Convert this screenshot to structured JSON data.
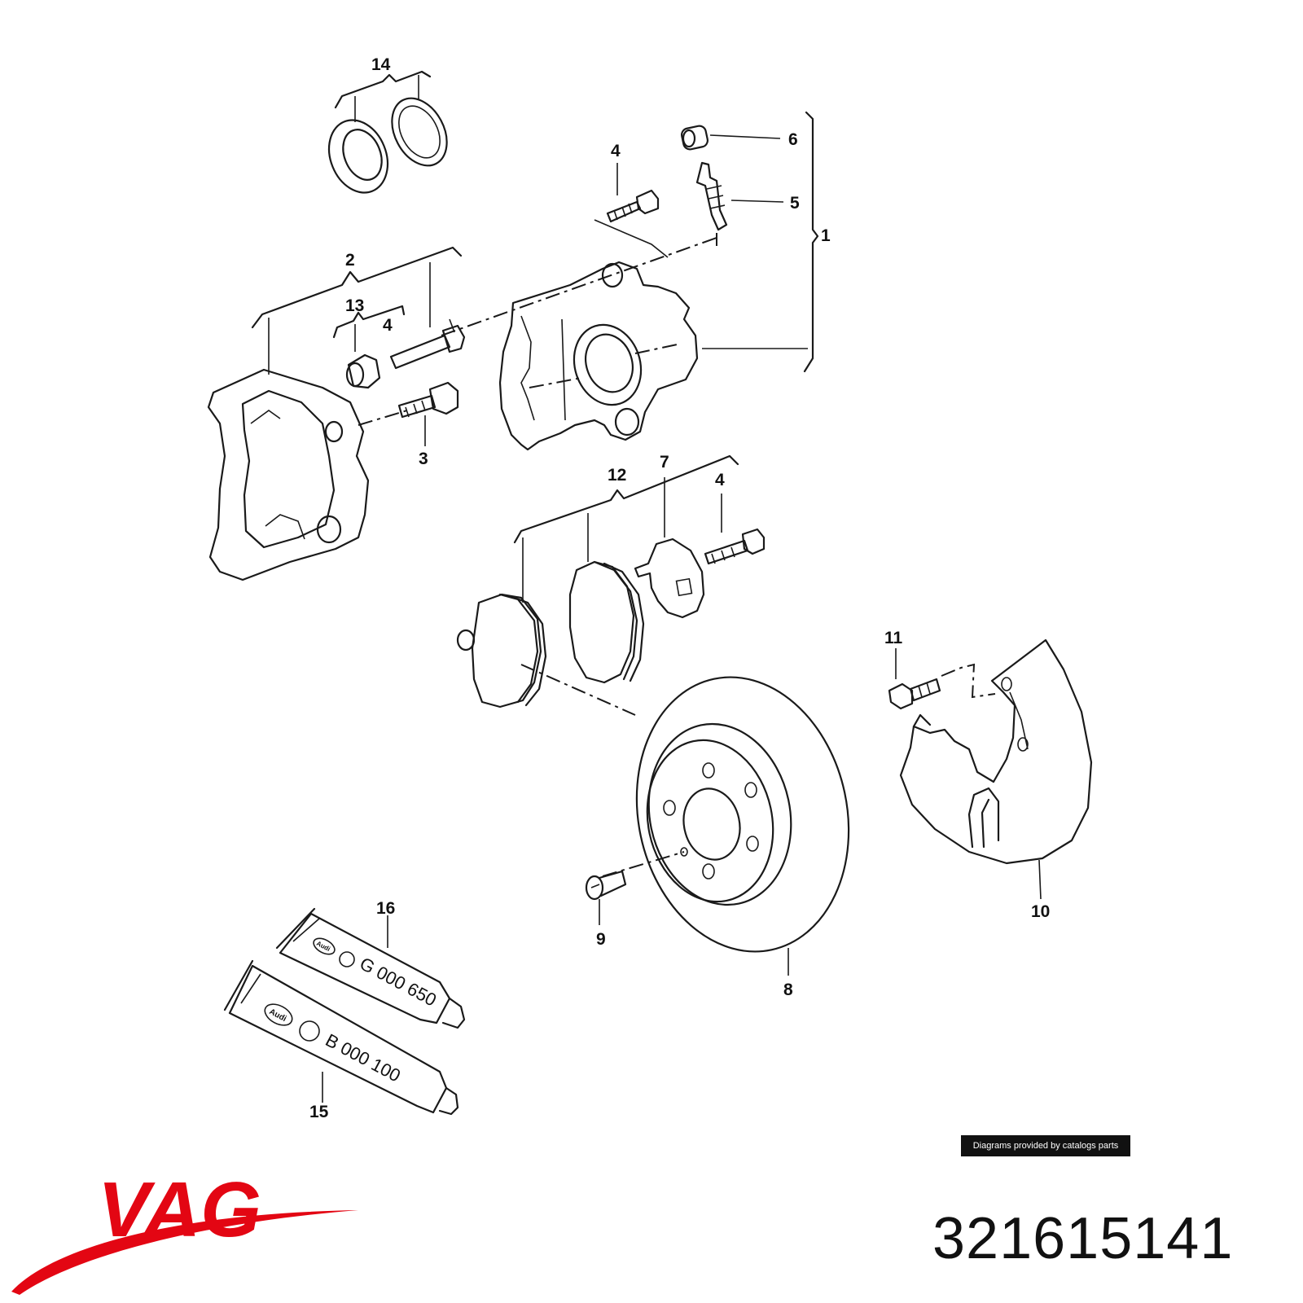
{
  "callouts": {
    "c1": "1",
    "c2": "2",
    "c3": "3",
    "c4a": "4",
    "c4b": "4",
    "c4c": "4",
    "c5": "5",
    "c6": "6",
    "c7": "7",
    "c8": "8",
    "c9": "9",
    "c10": "10",
    "c11": "11",
    "c12": "12",
    "c13": "13",
    "c14": "14",
    "c15": "15",
    "c16": "16"
  },
  "tubes": {
    "t16": "G 000 650",
    "t15": "B 000 100",
    "brand": "Audi"
  },
  "credit": "Diagrams provided by catalogs parts",
  "brand": {
    "name": "VAG",
    "color": "#e30613"
  },
  "part_number": "321615141"
}
